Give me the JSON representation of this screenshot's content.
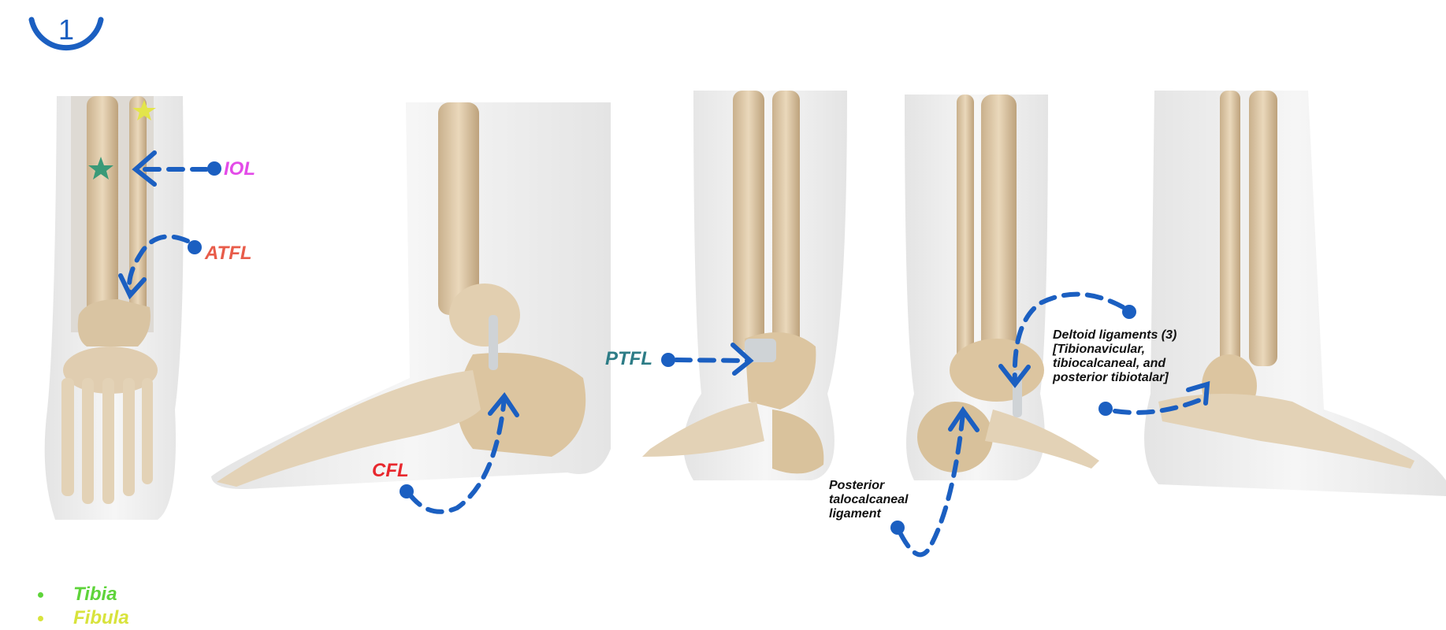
{
  "step": {
    "number": "1",
    "color": "#1b5fc1"
  },
  "labels": {
    "iol": {
      "text": "IOL",
      "color": "#e34be8"
    },
    "atfl": {
      "text": "ATFL",
      "color": "#e85c4a"
    },
    "cfl": {
      "text": "CFL",
      "color": "#e8282e"
    },
    "ptfl": {
      "text": "PTFL",
      "color": "#2d7c86"
    },
    "deltoid": {
      "line1": "Deltoid ligaments (3)",
      "line2": "[Tibionavicular,",
      "line3": "tibiocalcaneal, and",
      "line4": "posterior tibiotalar]"
    },
    "posterior_talocalcaneal": {
      "line1": "Posterior",
      "line2": "talocalcaneal",
      "line3": "ligament"
    }
  },
  "legend": [
    {
      "text": "Tibia",
      "color": "#5ed43a"
    },
    {
      "text": "Fibula",
      "color": "#d8e33c"
    }
  ],
  "markers": {
    "star_yellow": "#e3e54a",
    "star_green": "#3a9a78",
    "arrow_color": "#1b5fc1"
  }
}
